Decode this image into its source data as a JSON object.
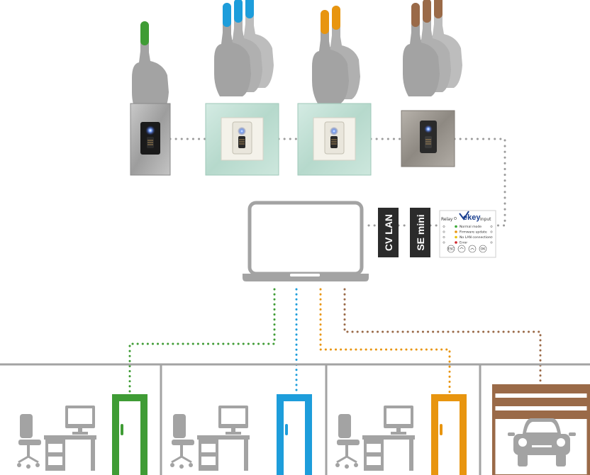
{
  "colors": {
    "gray": "#a3a3a3",
    "green": "#3f9c35",
    "blue": "#1d9ddb",
    "orange": "#e8950f",
    "brown": "#9a6a48",
    "dark_label": "#2b2b2b",
    "dot_gray": "#9b9b9b"
  },
  "converters": [
    {
      "id": "cv-lan",
      "label": "CV LAN"
    },
    {
      "id": "se-mini",
      "label": "SE mini"
    }
  ],
  "control_panel": {
    "brand": "ekey",
    "relay_label": "Relay",
    "input_label": "Input",
    "status_lines": [
      "Normal mode",
      "Firmware update",
      "No LAN connection",
      "Error"
    ],
    "button_labels": [
      "ESC",
      "",
      "",
      "OK"
    ]
  },
  "hands": [
    {
      "id": "hand-1",
      "fingers": 1,
      "color_key": "green"
    },
    {
      "id": "hand-2",
      "fingers": 3,
      "color_key": "blue"
    },
    {
      "id": "hand-3",
      "fingers": 2,
      "color_key": "orange"
    },
    {
      "id": "hand-4",
      "fingers": 3,
      "color_key": "brown"
    }
  ],
  "readers": [
    {
      "id": "reader-aluminium",
      "style": "aluminium"
    },
    {
      "id": "reader-glass-1",
      "style": "glass"
    },
    {
      "id": "reader-glass-2",
      "style": "glass"
    },
    {
      "id": "reader-steel",
      "style": "steel"
    }
  ],
  "rooms": [
    {
      "id": "office-1",
      "type": "office",
      "door_color_key": "green"
    },
    {
      "id": "office-2",
      "type": "office",
      "door_color_key": "blue"
    },
    {
      "id": "office-3",
      "type": "office",
      "door_color_key": "orange"
    },
    {
      "id": "garage",
      "type": "garage",
      "door_color_key": "brown"
    }
  ]
}
